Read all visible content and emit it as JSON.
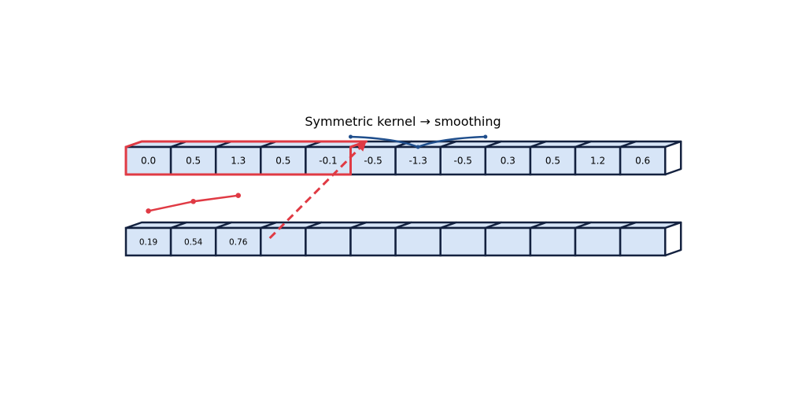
{
  "title": "Symmetric kernel → smoothing",
  "colors": {
    "cell_fill": "#d7e5f7",
    "cell_stroke": "#13213f",
    "kernel_highlight": "#e03a44",
    "kernel_curve": "#1f4e8c",
    "background": "#ffffff"
  },
  "input_row": {
    "values": [
      "0.0",
      "0.5",
      "1.3",
      "0.5",
      "-0.1",
      "-0.5",
      "-1.3",
      "-0.5",
      "0.3",
      "0.5",
      "1.2",
      "0.6"
    ]
  },
  "output_row": {
    "values": [
      "0.19",
      "0.54",
      "0.76",
      "",
      "",
      "",
      "",
      "",
      "",
      "",
      "",
      ""
    ]
  },
  "kernel_window": {
    "start_index": 0,
    "size": 5
  },
  "kernel_curve": {
    "center_index": 6,
    "span": 3
  },
  "output_trace": {
    "indices": [
      0,
      1,
      2
    ],
    "values": [
      0.19,
      0.54,
      0.76
    ]
  },
  "active_output_index": 3
}
